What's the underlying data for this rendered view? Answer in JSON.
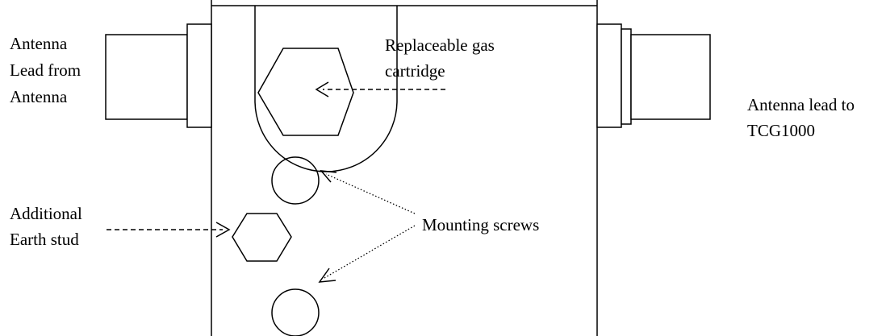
{
  "labels": {
    "antenna_lead_from": [
      "Antenna",
      "Lead from",
      "Antenna"
    ],
    "antenna_lead_to": [
      "Antenna lead to",
      "TCG1000"
    ],
    "gas_cartridge": [
      "Replaceable gas",
      "cartridge"
    ],
    "earth_stud": [
      "Additional",
      "Earth stud"
    ],
    "mounting_screws": "Mounting screws"
  },
  "colors": {
    "stroke": "#000000",
    "background": "#ffffff"
  }
}
